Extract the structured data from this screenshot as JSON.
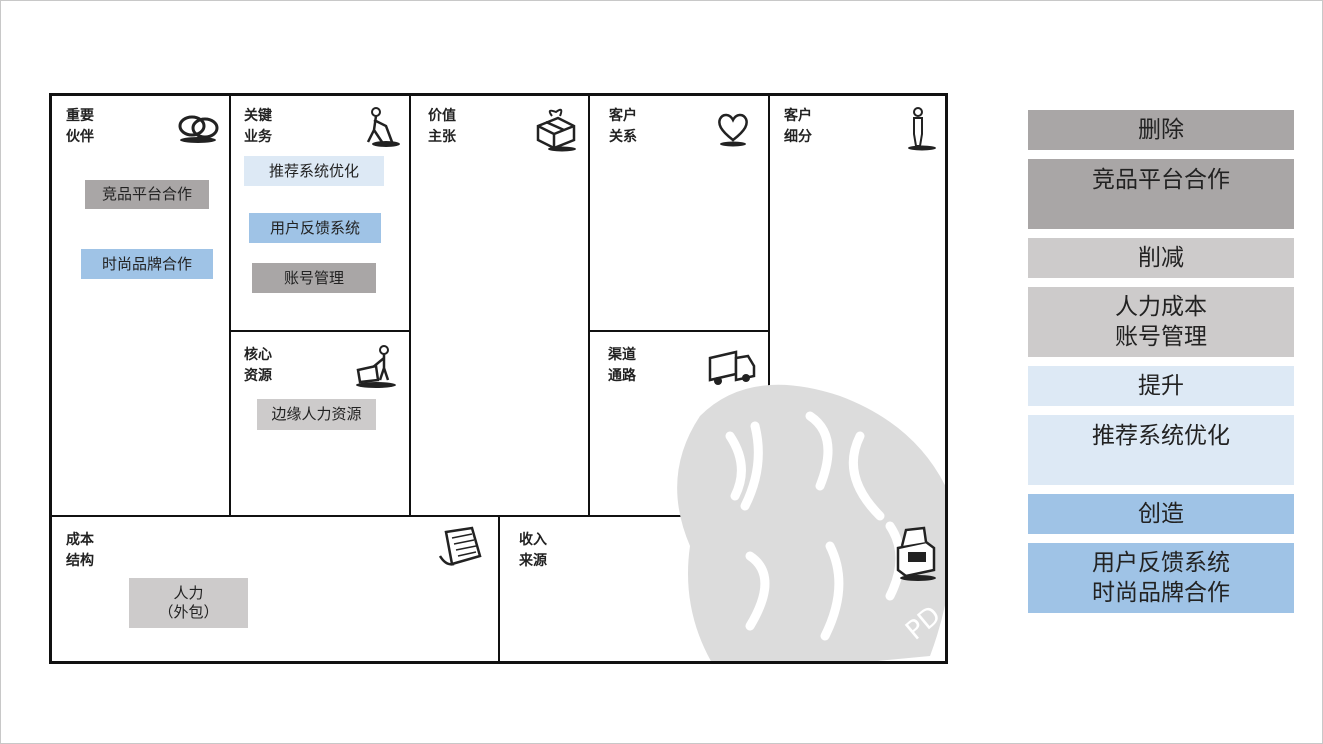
{
  "canvas": {
    "cells": {
      "key_partners": "重要\n伙伴",
      "key_activities": "关键\n业务",
      "value_propositions": "价值\n主张",
      "customer_relationships": "客户\n关系",
      "customer_segments": "客户\n细分",
      "key_resources": "核心\n资源",
      "channels": "渠道\n通路",
      "cost_structure": "成本\n结构",
      "revenue_streams": "收入\n来源"
    },
    "stickies": {
      "competitor_platform": "竞品平台合作",
      "fashion_brand": "时尚品牌合作",
      "recommendation": "推荐系统优化",
      "feedback": "用户反馈系统",
      "account": "账号管理",
      "edge_hr": "边缘人力资源",
      "hr_outsource": "人力\n（外包）"
    },
    "watermark_text": "PD"
  },
  "legend": {
    "delete_label": "删除",
    "delete_items": "竞品平台合作",
    "reduce_label": "削减",
    "reduce_items": "人力成本\n账号管理",
    "raise_label": "提升",
    "raise_items": "推荐系统优化",
    "create_label": "创造",
    "create_items": "用户反馈系统\n时尚品牌合作"
  },
  "colors": {
    "delete": "#a9a6a6",
    "reduce": "#cdcbcb",
    "raise": "#dde9f5",
    "create": "#9fc3e6"
  }
}
